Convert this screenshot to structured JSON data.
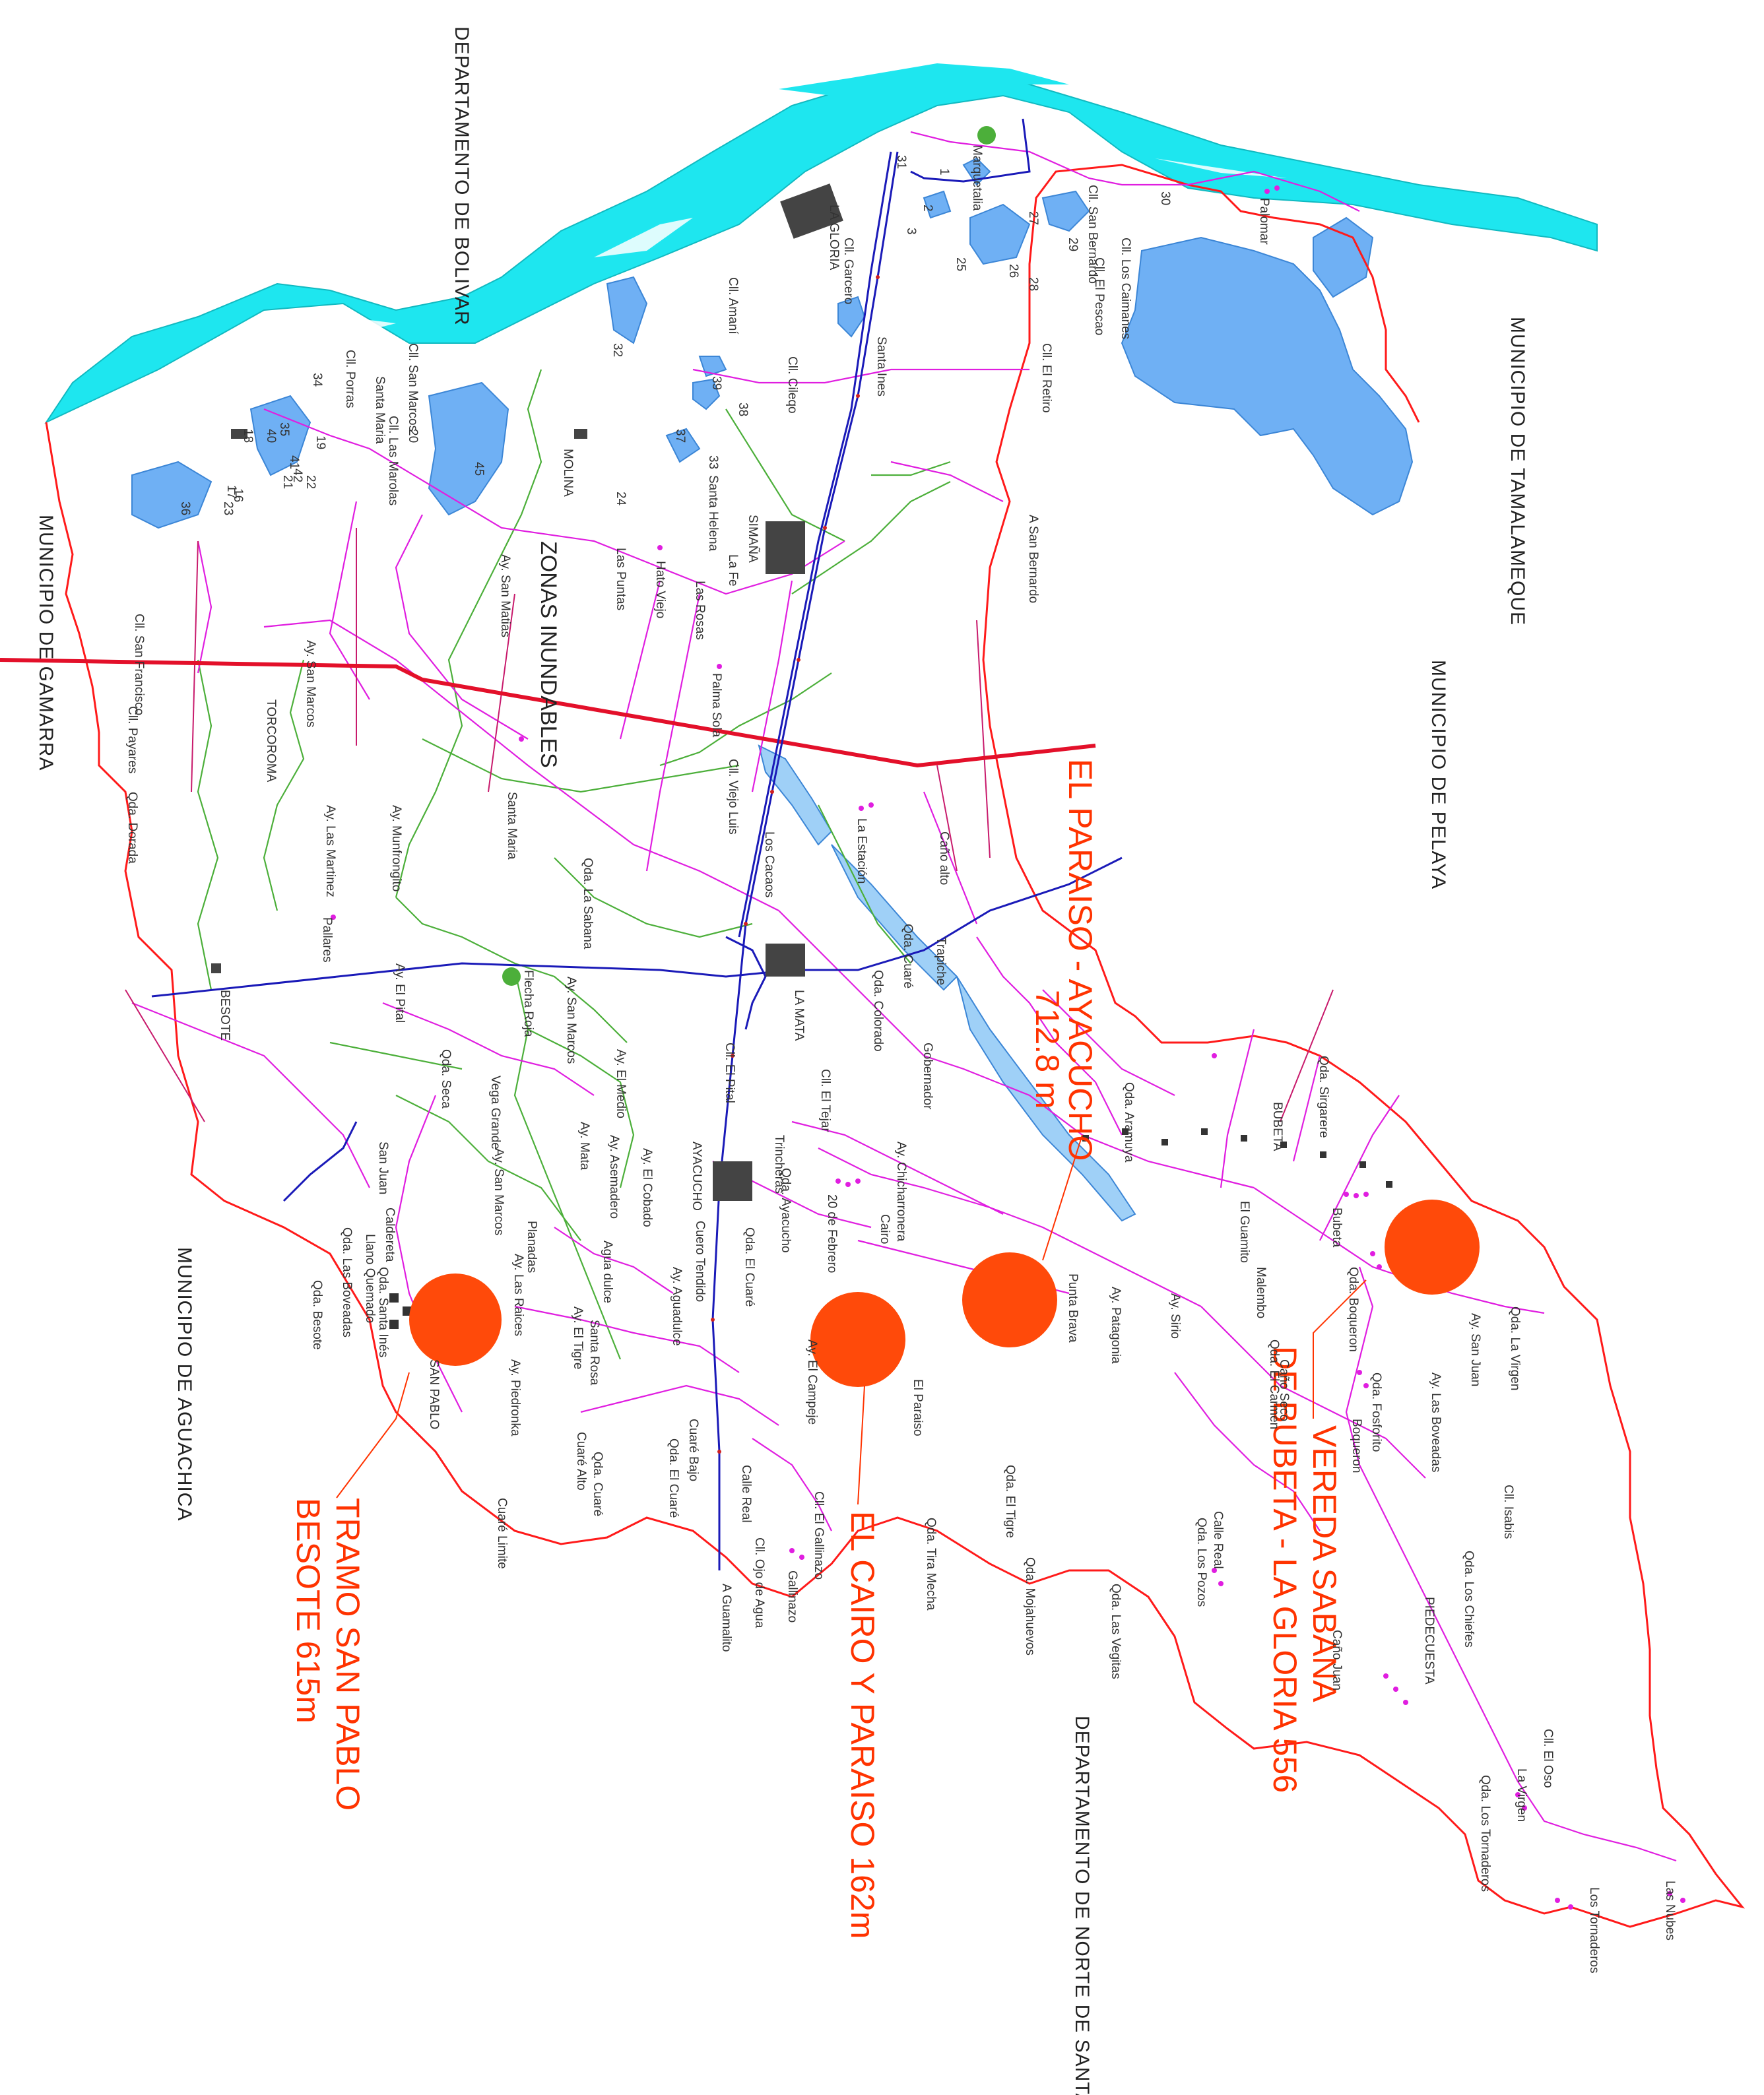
{
  "departments": {
    "bolivar": "DEPARTAMENTO DE BOLIVAR",
    "tamalameque": "MUNICIPIO DE TAMALAMEQUE",
    "gamarra": "MUNICIPIO DE GAMARRA",
    "pelaya": "MUNICIPIO DE PELAYA",
    "aguachica": "MUNICIPIO DE AGUACHICA",
    "norte_santander": "DEPARTAMENTO DE NORTE DE SANTANDER"
  },
  "zones": {
    "inundables": "ZONAS INUNDABLES"
  },
  "highlights": {
    "paraiso_ayacucho": "EL PARAISO - AYACUCHO",
    "paraiso_ayacucho_len": "712.8 m",
    "cairo_paraiso": "EL CAIRO Y PARAISO 162m",
    "bubeta_line1": "VEREDA SABANA",
    "bubeta_line2": "DE BUBETA - LA GLORIA  556",
    "san_pablo_line1": "TRAMO SAN PABLO",
    "san_pablo_line2": "BESOTE  615m"
  },
  "towns": {
    "la_gloria": "LA GLORIA",
    "simana": "SIMAÑA",
    "la_mata": "LA MATA",
    "ayacucho": "AYACUCHO",
    "molina": "MOLINA",
    "besote": "BESOTE",
    "torcoroma": "TORCOROMA"
  },
  "places": {
    "marquetalia": "Marquetalia",
    "palomar": "Palomar",
    "santa_ines": "Santa Ines",
    "santa_maria_n": "Santa Maria",
    "santa_helena": "Santa Helena",
    "la_fe": "La Fe",
    "las_puntas": "Las Puntas",
    "hato_viejo": "Hato Viejo",
    "las_rosas": "Las Rosas",
    "palma_sola": "Palma Sola",
    "a_san_bernardo": "A San Bernardo",
    "santa_maria_c": "Santa Maria",
    "la_estacion": "La Estación",
    "pallares": "Pallares",
    "flecha_roja": "Flecha Roja",
    "vega_grande": "Vega Grande",
    "san_juan_w": "San Juan",
    "caldereta": "Caldereta",
    "llano_quemado": "Llano Quemado",
    "planadas": "Planadas",
    "agua_dulce": "Agua dulce",
    "santa_rosa": "Santa Rosa",
    "cuero_tendido": "Cuero Tendido",
    "trincheras": "Trincheras",
    "veinte_febrero": "20 de Febrero",
    "cairo": "Cairo",
    "el_paraiso": "El Paraiso",
    "calle_real_c": "Calle Real",
    "gallinazo": "Gallinazo",
    "a_guamalito": "A Guamalito",
    "cuare_bajo": "Cuaré Bajo",
    "cuare_alto": "Cuaré Alto",
    "cuare_limite": "Cuaré Limite",
    "el_guamito": "El Guamito",
    "bubeta": "Bubeta",
    "bubeta_up": "BUBETA",
    "boqueron": "Boqueron",
    "cano_seco": "Caño Seco",
    "malembo": "Malembo",
    "calle_real_e": "Calle Real",
    "piedecuesta": "PIEDECUESTA",
    "cano_juan": "Caño Juan",
    "la_virgen": "La Virgen",
    "los_tornaderos": "Los Tornaderos",
    "las_nubes": "Las Nubes",
    "gobernador": "Gobernador",
    "caño_alto": "Caño alto",
    "trapiche": "Trapiche",
    "punta_brava": "Punta Brava",
    "san_pablo": "SAN PABLO"
  },
  "roads": {
    "cll_san_bernardo": "Cll. San Bernardo",
    "cll_los_caimanes": "Cll. Los Caimanes",
    "cll_garcero": "Cll. Garcero",
    "cll_amani": "Cll. Amaní",
    "cll_cileqo": "Cll. Cileqo",
    "cll_porras": "Cll. Porras",
    "cll_san_marcos_n": "Cll. San Marcos",
    "cll_las_marolas": "Cll. Las Marolas",
    "ay_san_matias": "Ay. San Matias",
    "cll_san_francisco": "Cll. San Francisco",
    "cll_payares": "Cll. Payares",
    "qda_dorada": "Qda. Dorada",
    "ay_san_marcos_w": "Ay. San Marcos",
    "ay_las_martinez": "Ay. Las Martinez",
    "ay_munfrongito": "Ay. Munfrongito",
    "qda_la_sabana": "Qda. La Sabana",
    "cll_viejo_luis": "Cll. Viejo Luis",
    "los_cacaos": "Los Cacaos",
    "qda_cuare": "Qda. Cuaré",
    "qda_colorado": "Qda. Colorado",
    "ay_el_pital": "Ay. El Pital",
    "cll_el_pital": "Cll. El Pital",
    "qda_seca": "Qda. Seca",
    "ay_san_marcos_c": "Ay. San Marcos",
    "ay_el_medio": "Ay. El Medio",
    "ay_mata": "Ay. Mata",
    "ay_asemadero": "Ay. Asemadero",
    "ay_el_cobado": "Ay. El Cobado",
    "qda_ayacucho": "Qda. Ayacucho",
    "cll_el_tejar": "Cll. El Tejar",
    "ay_aguadulce": "Ay. Aguadulce",
    "qda_el_cuare": "Qda. El Cuaré",
    "ay_el_campeje": "Ay. El Campeje",
    "qda_el_cuare_s": "Qda. El Cuaré",
    "cll_ojo_de_agua": "Cll. Ojo de Agua",
    "cll_el_gallinazo": "Cll. El Gallinazo",
    "qda_tira_mecha": "Qda. Tira Mecha",
    "qda_el_tigre": "Qda. El Tigre",
    "qda_mojahuevos": "Qda. Mojahuevos",
    "qda_las_vegitas": "Qda. Las Vegitas",
    "ay_patagonia": "Ay. Patagonia",
    "ay_sirio": "Ay. Sirio",
    "qda_boqueron": "Qda. Boqueron",
    "qda_el_carmen": "Qda. El Carmen",
    "qda_fosforito": "Qda. Fosforito",
    "ay_las_boveadas": "Ay. Las Boveadas",
    "ay_san_juan": "Ay. San Juan",
    "qda_la_virgen": "Qda. La Virgen",
    "cll_isabis": "Cll. Isabis",
    "qda_los_chiefes": "Qda. Los Chiefes",
    "cll_el_oso": "Cll. El Oso",
    "qda_los_tornaderos": "Qda. Los Tornaderos",
    "qda_los_pozos": "Qda. Los Pozos",
    "qda_sirgarere": "Qda. Sirgarere",
    "qda_aramuya": "Qda. Aramuya",
    "ay_las_raices": "Ay. Las Raices",
    "ay_san_marcos_s": "Ay. San Marcos",
    "ay_el_tigre": "Ay. El Tigre",
    "ay_piedronka": "Ay. Piedronka",
    "qda_cuare_s": "Qda. Cuaré",
    "qda_besote": "Qda. Besote",
    "qda_santa_ines": "Qda. Santa Inés",
    "qda_las_boveadas_w": "Qda. Las Boveadas",
    "ay_chicharrone": "Ay. Chicharronera",
    "cll_el_retiro": "Cll. El Retiro",
    "cll_el_pescao": "Cll. El Pescao"
  },
  "lake_numbers": [
    "32",
    "33",
    "34",
    "35",
    "36",
    "37",
    "38",
    "39",
    "40",
    "41",
    "42",
    "45",
    "16",
    "17",
    "18",
    "19",
    "20",
    "21",
    "22",
    "23",
    "24",
    "25",
    "26",
    "27",
    "28",
    "29",
    "30",
    "31",
    "1",
    "2",
    "3",
    "4"
  ],
  "colors": {
    "river": "#1ee6ef",
    "lakes": "#6fb0f4",
    "boundary": "#ff1a1a",
    "roads": "#e01ee0",
    "streams": "#4caf3a",
    "highway": "#1a1ab8",
    "main_red_line": "#e3102a",
    "circle_fill": "#ff4a0a",
    "label_orange": "#ff3300"
  }
}
